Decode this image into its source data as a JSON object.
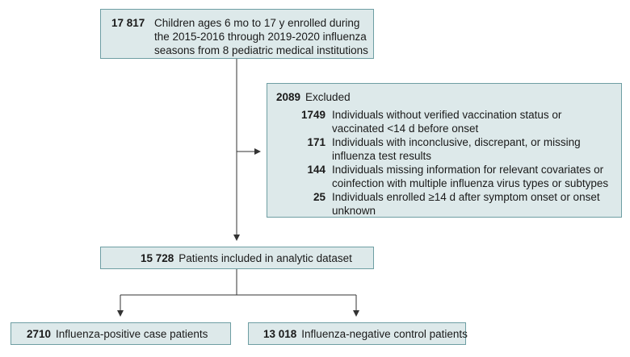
{
  "enrolled": {
    "count": "17 817",
    "text": "Children ages 6 mo to 17 y enrolled during the 2015-2016 through 2019-2020 influenza seasons from 8 pediatric medical institutions"
  },
  "excluded": {
    "count": "2089",
    "label": "Excluded",
    "items": [
      {
        "count": "1749",
        "text": "Individuals without verified vaccination status or vaccinated <14 d before onset"
      },
      {
        "count": "171",
        "text": "Individuals with inconclusive, discrepant, or missing influenza test results"
      },
      {
        "count": "144",
        "text": "Individuals missing information for relevant covariates or coinfection with multiple influenza virus types or subtypes"
      },
      {
        "count": "25",
        "text": "Individuals enrolled ≥14 d after symptom onset or onset unknown"
      }
    ]
  },
  "analytic": {
    "count": "15 728",
    "text": "Patients included in analytic dataset"
  },
  "positive": {
    "count": "2710",
    "text": "Influenza-positive case patients"
  },
  "negative": {
    "count": "13 018",
    "text": "Influenza-negative control patients"
  },
  "colors": {
    "box_fill": "#dde9ea",
    "box_border": "#6e9ea3",
    "line": "#333333"
  }
}
